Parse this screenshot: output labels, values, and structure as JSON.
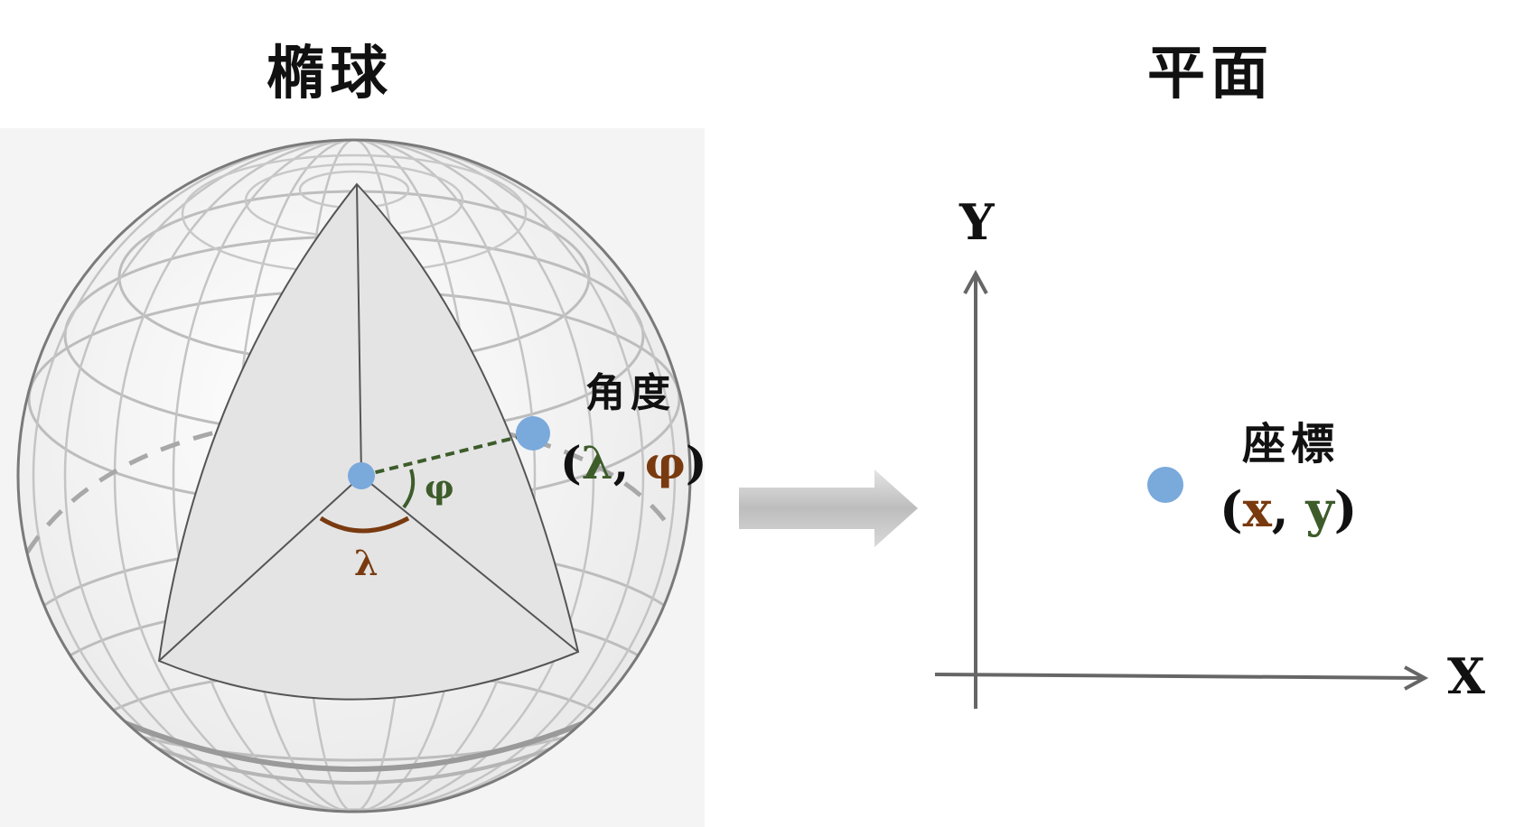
{
  "titles": {
    "left": "橢球",
    "right": "平面"
  },
  "ellipsoid": {
    "angle_label": "角度",
    "tuple_open": "(",
    "lambda": "λ",
    "sep": ", ",
    "phi": "φ",
    "tuple_close": ")",
    "phi_angle_label": "φ",
    "lambda_angle_label": "λ"
  },
  "plane": {
    "y_axis_label": "Y",
    "x_axis_label": "X",
    "coord_label": "座標",
    "tuple_open": "(",
    "x": "x",
    "sep": ", ",
    "y": "y",
    "tuple_close": ")"
  },
  "colors": {
    "point": "#7aa9dc",
    "lambda_color": "#7a3a10",
    "phi_color": "#3d5c2a",
    "axis": "#666666",
    "grid": "#b9b9b9",
    "sphere_fill": "#f3f3f3",
    "wedge_fill": "#e6e6e6"
  }
}
